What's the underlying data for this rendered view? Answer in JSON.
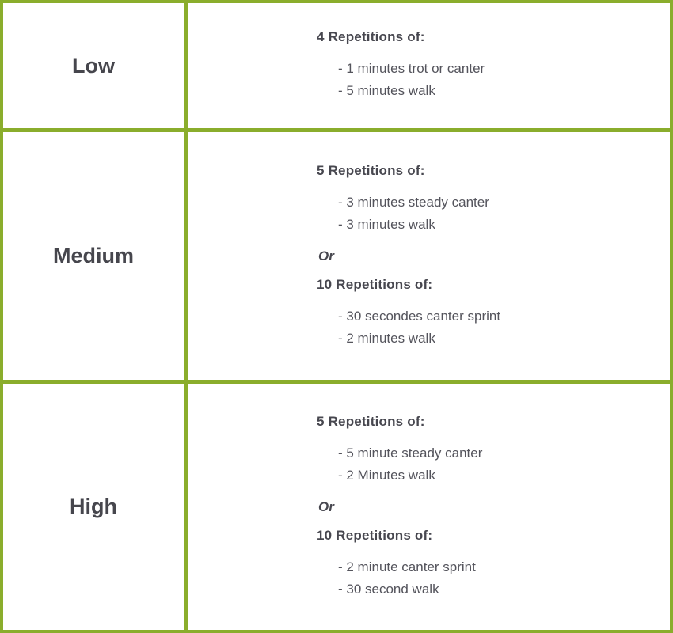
{
  "colors": {
    "border_green": "#8aad2c",
    "level_text": "#46464d",
    "heading_text": "#47474f",
    "body_text": "#54545c"
  },
  "table": {
    "rows": [
      {
        "level": "Low",
        "blocks": [
          {
            "heading": "4 Repetitions of:",
            "items": [
              "- 1 minutes trot or canter",
              "- 5 minutes walk"
            ]
          }
        ]
      },
      {
        "level": "Medium",
        "blocks": [
          {
            "heading": "5 Repetitions of:",
            "items": [
              "- 3 minutes steady canter",
              "- 3 minutes walk"
            ]
          },
          {
            "label": "Or"
          },
          {
            "heading": "10 Repetitions of:",
            "items": [
              "- 30 secondes canter sprint",
              "- 2 minutes walk"
            ]
          }
        ]
      },
      {
        "level": "High",
        "blocks": [
          {
            "heading": "5 Repetitions of:",
            "items": [
              "- 5 minute steady canter",
              "- 2 Minutes walk"
            ]
          },
          {
            "label": "Or"
          },
          {
            "heading": "10 Repetitions of:",
            "items": [
              "- 2 minute canter sprint",
              "- 30 second walk"
            ]
          }
        ]
      }
    ]
  }
}
